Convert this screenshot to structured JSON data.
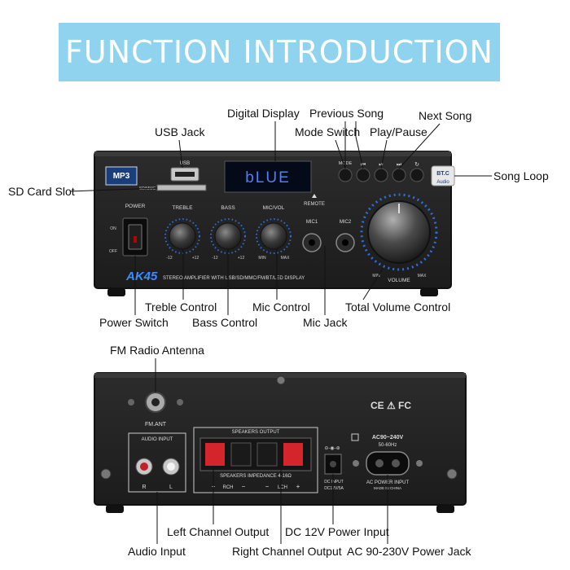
{
  "header": {
    "title": "FUNCTION INTRODUCTION"
  },
  "front_labels": {
    "digital_display": "Digital Display",
    "previous_song": "Previous Song",
    "next_song": "Next Song",
    "usb_jack": "USB Jack",
    "mode_switch": "Mode Switch",
    "play_pause": "Play/Pause",
    "sd_card_slot": "SD Card Slot",
    "song_loop": "Song Loop",
    "treble_control": "Treble Control",
    "power_switch": "Power Switch",
    "bass_control": "Bass Control",
    "mic_control": "Mic Control",
    "mic_jack": "Mic Jack",
    "total_volume_control": "Total Volume Control"
  },
  "back_labels": {
    "fm_radio_antenna": "FM Radio Antenna",
    "left_channel_output": "Left Channel Output",
    "audio_input": "Audio Input",
    "right_channel_output": "Right Channel Output",
    "dc_power_input": "DC 12V Power Input",
    "ac_power_jack": "AC 90-230V Power Jack"
  },
  "front_panel": {
    "mp3_badge": "MP3",
    "usb_text": "USB",
    "sd_text": "SD/MMC",
    "display_text": "bLUE",
    "remote_text": "REMOTE",
    "mode_text": "MODE",
    "bt_badge": "BT.C",
    "audio_badge": "Audio",
    "power_text": "POWER",
    "on_text": "ON",
    "off_text": "OFF",
    "treble_text": "TREBLE",
    "bass_text": "BASS",
    "micvol_text": "MIC/VOL",
    "mic1_text": "MIC1",
    "mic2_text": "MIC2",
    "minus12": "-12",
    "plus12": "+12",
    "min_text": "MIN",
    "max_text": "MAX",
    "volume_text": "VOLUME",
    "model": "AK45",
    "tagline": "STEREO AMPLIFIER WITH USB/SD/MMC/FM/BT/LED DISPLAY"
  },
  "back_panel": {
    "fm_ant": "FM.ANT",
    "audio_input": "AUDIO INPUT",
    "r": "R",
    "l": "L",
    "speakers_output": "SPEAKERS OUTPUT",
    "speakers_impedance": "SPEAKERS IMPEDANCE 4-16Ω",
    "rch": "RCH",
    "lch": "LCH",
    "plus": "+",
    "minus": "−",
    "dc_input": "DC INPUT",
    "dc_spec": "DC12V/5A",
    "ac_spec1": "AC90~240V",
    "ac_spec2": "50-60Hz",
    "ac_power_input": "AC POWER INPUT",
    "made_in": "MADE IN CHINA",
    "ce_fc": "CE ⚠ FC"
  }
}
